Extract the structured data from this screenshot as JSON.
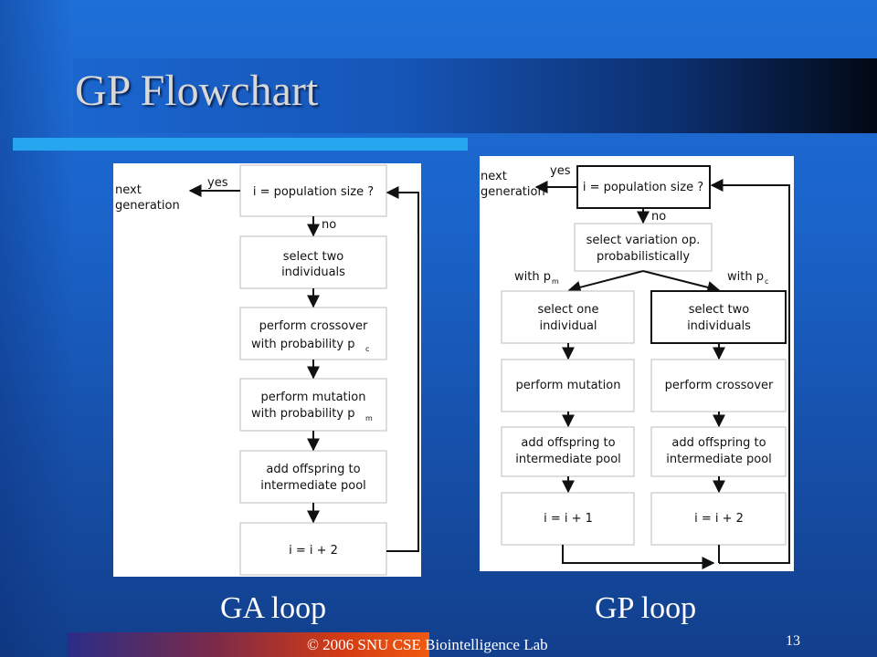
{
  "slide": {
    "title": "GP Flowchart",
    "footer": "© 2006 SNU CSE Biointelligence Lab",
    "page_number": "13"
  },
  "ga_loop": {
    "caption": "GA loop",
    "yes_label": "yes",
    "no_label": "no",
    "next_generation": [
      "next",
      "generation"
    ],
    "boxes": [
      [
        "i = population size ?"
      ],
      [
        "select two",
        "individuals"
      ],
      [
        "perform crossover",
        "with probability p"
      ],
      [
        "perform mutation",
        "with probability p"
      ],
      [
        "add offspring to",
        "intermediate pool"
      ],
      [
        "i = i + 2"
      ]
    ],
    "subscripts": [
      "c",
      "m"
    ]
  },
  "gp_loop": {
    "caption": "GP loop",
    "yes_label": "yes",
    "no_label": "no",
    "next_generation": [
      "next",
      "generation"
    ],
    "top_box": [
      "i = population size ?"
    ],
    "select_box": [
      "select variation op.",
      "probabilistically"
    ],
    "branch_labels": [
      "with p",
      "with p"
    ],
    "branch_subscripts": [
      "m",
      "c"
    ],
    "left_boxes": [
      [
        "select one",
        "individual"
      ],
      [
        "perform mutation"
      ],
      [
        "add offspring to",
        "intermediate pool"
      ],
      [
        "i = i + 1"
      ]
    ],
    "right_boxes": [
      [
        "select two",
        "individuals"
      ],
      [
        "perform crossover"
      ],
      [
        "add offspring to",
        "intermediate pool"
      ],
      [
        "i = i + 2"
      ]
    ]
  }
}
